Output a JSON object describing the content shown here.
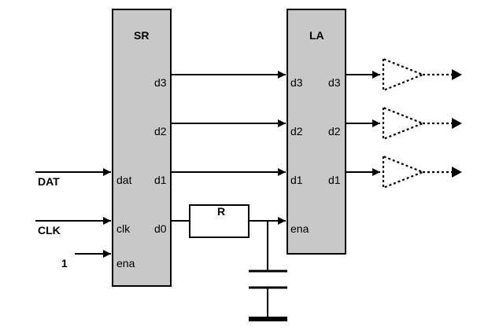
{
  "diagram": {
    "shift_register": {
      "title": "SR",
      "outputs": [
        "d3",
        "d2",
        "d1",
        "d0"
      ],
      "inputs": [
        "dat",
        "clk",
        "ena"
      ]
    },
    "latch": {
      "title": "LA",
      "inputs": [
        "d3",
        "d2",
        "d1",
        "ena"
      ],
      "outputs": [
        "d3",
        "d2",
        "d1"
      ]
    },
    "signals": {
      "dat": "DAT",
      "clk": "CLK",
      "ena_const": "1"
    },
    "resistor": {
      "label": "R"
    },
    "colors": {
      "block_fill": "#c8c8c8",
      "line": "#000000",
      "background": "#ffffff"
    }
  }
}
